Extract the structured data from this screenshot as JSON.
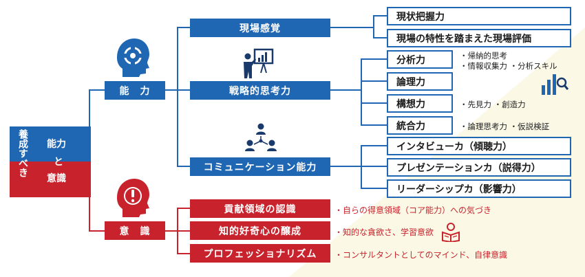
{
  "root": {
    "line1": "養成すべき",
    "line2": "能力",
    "line3": "と",
    "line4": "意識",
    "col_a": "養成すべき",
    "col_b_top": "能力",
    "col_b_mid": "と",
    "col_b_bot": "意識"
  },
  "categories": {
    "ability": "能　力",
    "awareness": "意　識"
  },
  "ability_branches": [
    {
      "label": "現場感覚",
      "children": [
        "現状把握力",
        "現場の特性を踏まえた現場評価"
      ]
    },
    {
      "label": "戦略的思考力",
      "children": [
        "分析力",
        "論理力",
        "構想力",
        "統合力"
      ]
    },
    {
      "label": "コミュニケーション能力",
      "children": [
        "インタビューカ（傾聴力）",
        "プレゼンテーションカ（説得力）",
        "リーダーシップカ（影響力）"
      ]
    }
  ],
  "strategy_notes": {
    "analysis": [
      "・帰納的思考",
      "・情報収集力 ・分析スキル"
    ],
    "concept": "・先見力 ・創造力",
    "integration": "・論理思考力 ・仮説検証"
  },
  "awareness_branches": [
    {
      "label": "貢献領域の認識",
      "note": "・自らの得意領域（コア能力）への気づき"
    },
    {
      "label": "知的好奇心の醸成",
      "note": "・知的な貪欲さ、学習意欲"
    },
    {
      "label": "プロフェッショナリズム",
      "note": "・コンサルタントとしてのマインド、自律意識"
    }
  ],
  "colors": {
    "blue": "#1f66b3",
    "red": "#c8232c",
    "bg_tint": "#fbf8e6"
  },
  "icons": [
    "gear-head-icon",
    "presenter-chart-icon",
    "network-people-icon",
    "alert-head-icon",
    "bar-chart-magnifier-icon",
    "reading-person-icon"
  ]
}
